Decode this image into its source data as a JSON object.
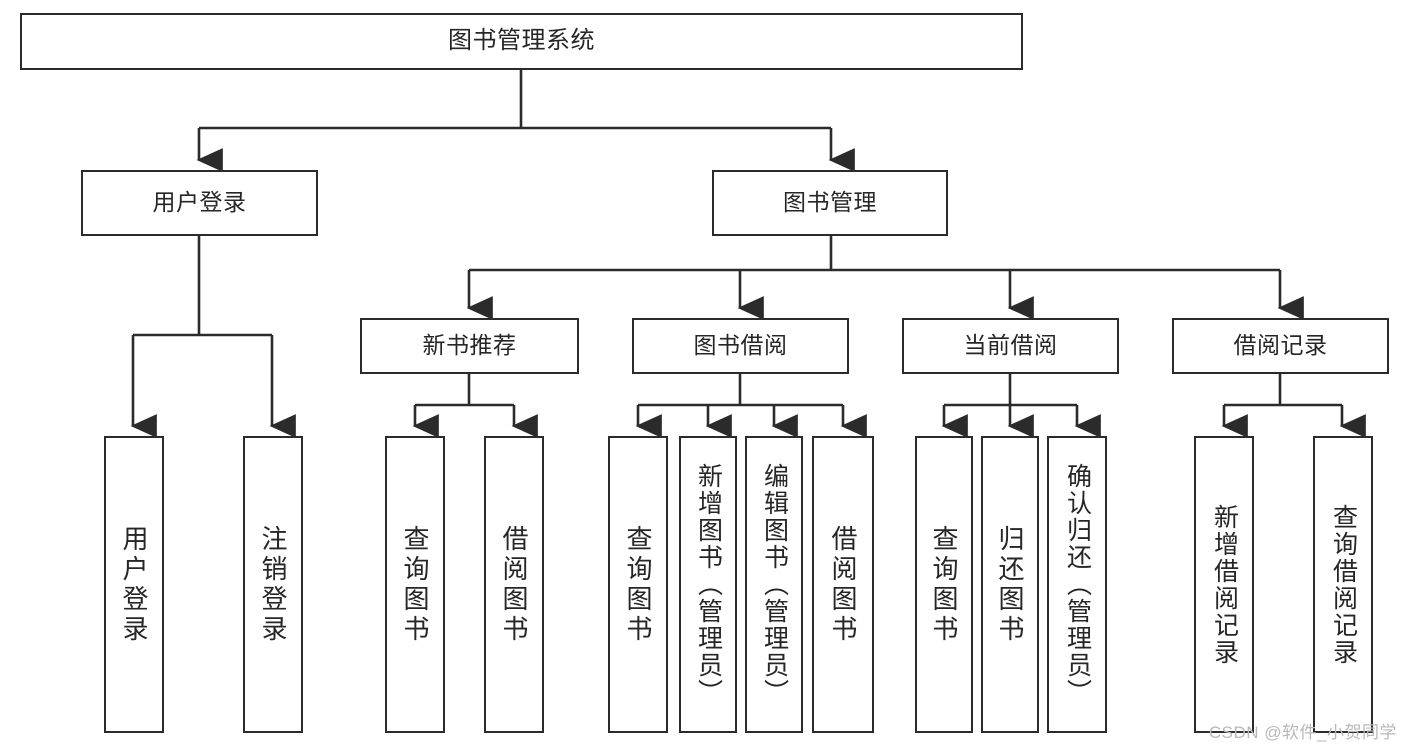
{
  "diagram": {
    "title": "图书管理系统",
    "type": "hierarchy-tree",
    "root": {
      "id": "root",
      "label": "图书管理系统"
    },
    "level1": [
      {
        "id": "user-login",
        "label": "用户登录"
      },
      {
        "id": "book-manage",
        "label": "图书管理"
      }
    ],
    "level2": [
      {
        "id": "new-book-recommend",
        "label": "新书推荐",
        "parent": "book-manage"
      },
      {
        "id": "book-borrow",
        "label": "图书借阅",
        "parent": "book-manage"
      },
      {
        "id": "current-borrow",
        "label": "当前借阅",
        "parent": "book-manage"
      },
      {
        "id": "borrow-record",
        "label": "借阅记录",
        "parent": "book-manage"
      }
    ],
    "leaves": [
      {
        "id": "leaf-user-login",
        "label": "用户登录",
        "parent": "user-login"
      },
      {
        "id": "leaf-logout",
        "label": "注销登录",
        "parent": "user-login"
      },
      {
        "id": "leaf-query-book-1",
        "label": "查询图书",
        "parent": "new-book-recommend"
      },
      {
        "id": "leaf-borrow-book-1",
        "label": "借阅图书",
        "parent": "new-book-recommend"
      },
      {
        "id": "leaf-query-book-2",
        "label": "查询图书",
        "parent": "book-borrow"
      },
      {
        "id": "leaf-add-book",
        "label": "新增图书（管理员）",
        "parent": "book-borrow"
      },
      {
        "id": "leaf-edit-book",
        "label": "编辑图书（管理员）",
        "parent": "book-borrow"
      },
      {
        "id": "leaf-borrow-book-2",
        "label": "借阅图书",
        "parent": "book-borrow"
      },
      {
        "id": "leaf-query-book-3",
        "label": "查询图书",
        "parent": "current-borrow"
      },
      {
        "id": "leaf-return-book",
        "label": "归还图书",
        "parent": "current-borrow"
      },
      {
        "id": "leaf-confirm-return",
        "label": "确认归还（管理员）",
        "parent": "current-borrow"
      },
      {
        "id": "leaf-add-record",
        "label": "新增借阅记录",
        "parent": "borrow-record"
      },
      {
        "id": "leaf-query-record",
        "label": "查询借阅记录",
        "parent": "borrow-record"
      }
    ],
    "colors": {
      "border": "#2b2b2b",
      "text": "#262626",
      "background": "#ffffff",
      "connector": "#2b2b2b",
      "watermark": "#b8b8b8"
    }
  },
  "watermark": {
    "text": "CSDN @软件_小贺同学"
  }
}
